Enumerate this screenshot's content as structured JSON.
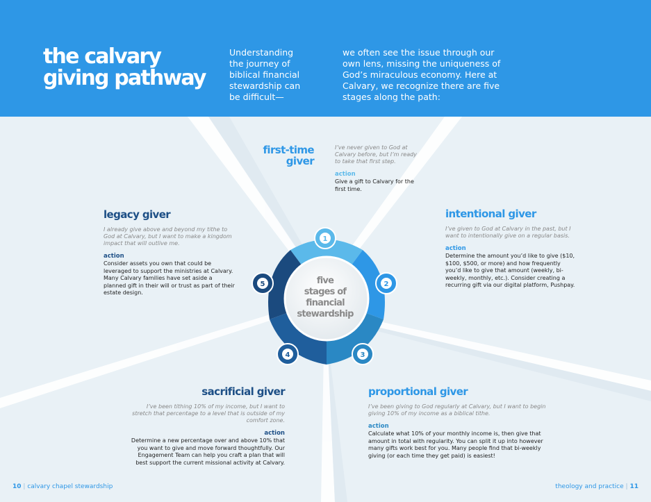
{
  "header": {
    "title": "the calvary giving pathway",
    "intro_left": "Understanding the journey of biblical financial stewardship can be difficult—",
    "intro_right": "we often see the issue through our own lens, missing the uniqueness of God’s miraculous economy. Here at Calvary, we recognize there are five stages along the path:"
  },
  "center": {
    "label": "five stages of financial stewardship",
    "line1": "five",
    "line2": "stages of",
    "line3": "financial",
    "line4": "stewardship"
  },
  "stages": [
    {
      "number": "1",
      "title_line1": "first-time",
      "title_line2": "giver",
      "quote": "I’ve never given to God at Calvary before, but I’m ready to take that first step.",
      "action_label": "action",
      "action": "Give a gift to Calvary for the first time.",
      "color": "#5bb9ea"
    },
    {
      "number": "2",
      "title": "intentional giver",
      "quote": "I’ve given to God at Calvary in the past, but I want to intentionally give on a regular basis.",
      "action_label": "action",
      "action": "Determine the amount you’d like to give ($10, $100, $500, or more) and how frequently you’d like to give that amount (weekly, bi-weekly, monthly, etc.). Consider creating a recurring gift via our digital platform, Pushpay.",
      "color": "#2e97e6"
    },
    {
      "number": "3",
      "title": "proportional giver",
      "quote": "I’ve been giving to God regularly at Calvary, but I want to begin giving 10% of my income as a biblical tithe.",
      "action_label": "action",
      "action": "Calculate what 10% of your monthly income is, then give that amount in total with regularity. You can split it up into however many gifts work best for you. Many people find that bi-weekly giving (or each time they get paid) is easiest!",
      "color": "#2a88c4"
    },
    {
      "number": "4",
      "title": "sacrificial giver",
      "quote": "I’ve been tithing 10% of my income, but I want to stretch that percentage to a level that is outside of my comfort zone.",
      "action_label": "action",
      "action": "Determine a new percentage over and above 10% that you want to give and move forward thoughtfully. Our Engagement Team can help you craft a plan that will best support the current missional activity at Calvary.",
      "color": "#1f5e9c"
    },
    {
      "number": "5",
      "title": "legacy giver",
      "quote": "I already give above and beyond my tithe to God at Calvary, but I want to make a kingdom impact that will outlive me.",
      "action_label": "action",
      "action": "Consider assets you own that could be leveraged to support the ministries at Calvary. Many Calvary families have set aside a planned gift in their will or trust as part of their estate design.",
      "color": "#1b4a7e"
    }
  ],
  "footer": {
    "left_page": "10",
    "left_text": "calvary chapel stewardship",
    "right_text": "theology and practice",
    "right_page": "11",
    "separator": "|"
  }
}
